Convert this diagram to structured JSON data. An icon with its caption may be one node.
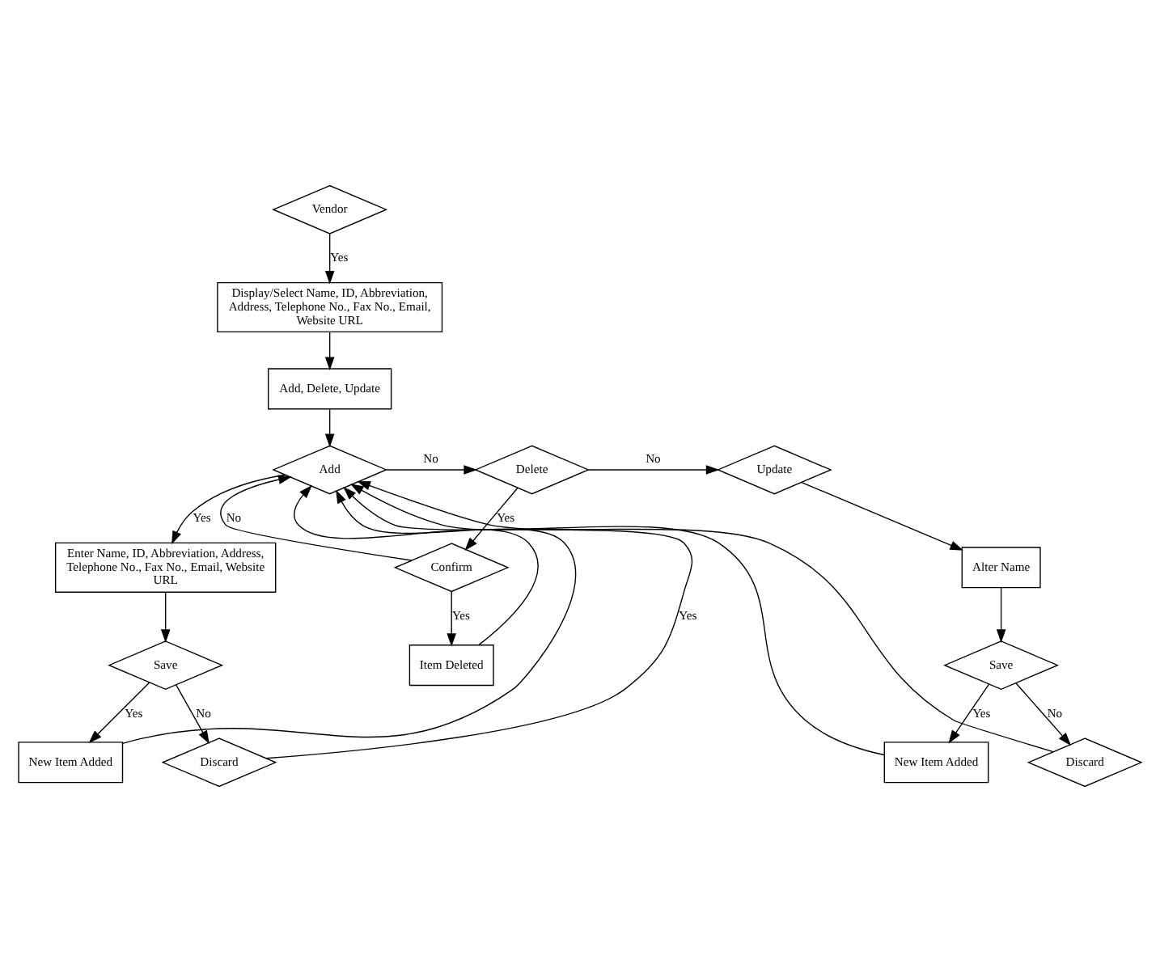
{
  "diagram": {
    "nodes": [
      {
        "text": [
          "Vendor"
        ]
      },
      {
        "text": [
          "Display/Select Name, ID, Abbreviation, Address, Telephone No., Fax No., Email, Website URL"
        ]
      },
      {
        "text": [
          "Add, Delete, Update"
        ]
      },
      {
        "text": [
          "Add"
        ]
      },
      {
        "text": [
          "Delete"
        ]
      },
      {
        "text": [
          "Update"
        ]
      },
      {
        "text": [
          "Enter Name, ID, Abbreviation, Address, Telephone No., Fax No., Email, Website URL"
        ]
      },
      {
        "text": [
          "Confirm"
        ]
      },
      {
        "text": [
          "Alter Name"
        ]
      },
      {
        "text": [
          "Save"
        ]
      },
      {
        "text": [
          "Item Deleted"
        ]
      },
      {
        "text": [
          "Save"
        ]
      },
      {
        "text": [
          "New Item Added"
        ]
      },
      {
        "text": [
          "Discard"
        ]
      },
      {
        "text": [
          "New Item Added"
        ]
      },
      {
        "text": [
          "Discard"
        ]
      }
    ],
    "edges": [
      {
        "from": 0,
        "to": 1,
        "arrow": "to",
        "label": "Yes"
      },
      {
        "from": 1,
        "to": 2,
        "arrow": "to"
      },
      {
        "from": 2,
        "to": 3,
        "arrow": "to"
      },
      {
        "from": 3,
        "to": 4,
        "arrow": "to",
        "label": "No"
      },
      {
        "from": 4,
        "to": 5,
        "arrow": "to",
        "label": "No"
      },
      {
        "from": 3,
        "to": 6,
        "arrow": "to",
        "label": "Yes"
      },
      {
        "from": 4,
        "to": 7,
        "arrow": "to",
        "label": "Yes"
      },
      {
        "from": 5,
        "to": 8,
        "arrow": "to"
      },
      {
        "from": 6,
        "to": 9,
        "arrow": "to"
      },
      {
        "from": 7,
        "to": 10,
        "arrow": "to",
        "label": "Yes"
      },
      {
        "from": 7,
        "to": 3,
        "arrow": "to",
        "label": "No"
      },
      {
        "from": 10,
        "to": 3,
        "arrow": "to"
      },
      {
        "from": 8,
        "to": 11,
        "arrow": "to"
      },
      {
        "from": 9,
        "to": 12,
        "arrow": "to",
        "label": "Yes"
      },
      {
        "from": 9,
        "to": 13,
        "arrow": "to",
        "label": "No"
      },
      {
        "from": 11,
        "to": 14,
        "arrow": "to",
        "label": "Yes"
      },
      {
        "from": 11,
        "to": 15,
        "arrow": "to",
        "label": "No"
      },
      {
        "from": 12,
        "to": 3,
        "arrow": "to"
      },
      {
        "from": 13,
        "to": 3,
        "arrow": "to",
        "label": "Yes"
      },
      {
        "from": 14,
        "to": 3,
        "arrow": "to"
      },
      {
        "from": 15,
        "to": 3,
        "arrow": "to"
      }
    ]
  }
}
